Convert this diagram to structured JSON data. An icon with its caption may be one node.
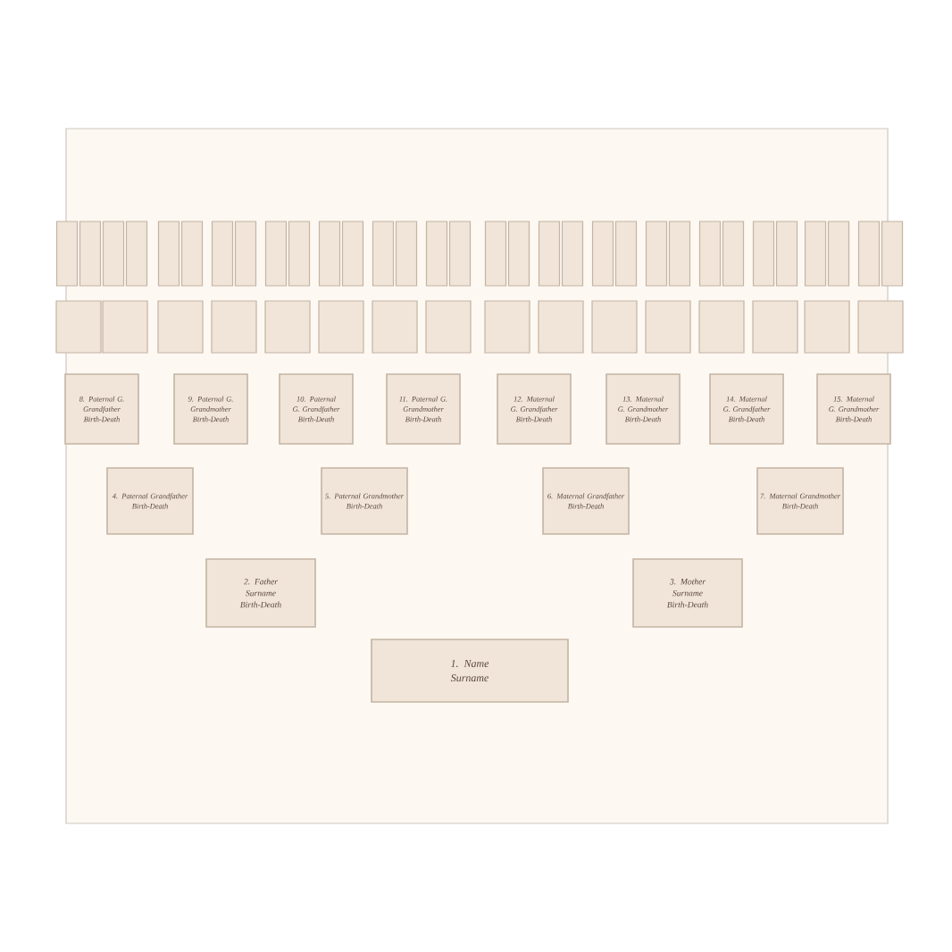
{
  "diagram": {
    "nodes": [
      {
        "text": [],
        "shape": "box"
      },
      {
        "text": [],
        "shape": "box"
      },
      {
        "text": [],
        "shape": "box"
      },
      {
        "text": [],
        "shape": "box"
      },
      {
        "text": [],
        "shape": "box"
      },
      {
        "text": [],
        "shape": "box"
      },
      {
        "text": [],
        "shape": "box"
      },
      {
        "text": [],
        "shape": "box"
      },
      {
        "text": [],
        "shape": "box"
      },
      {
        "text": [],
        "shape": "box"
      },
      {
        "text": [],
        "shape": "box"
      },
      {
        "text": [],
        "shape": "box"
      },
      {
        "text": [],
        "shape": "box"
      },
      {
        "text": [],
        "shape": "box"
      },
      {
        "text": [],
        "shape": "box"
      },
      {
        "text": [],
        "shape": "box"
      },
      {
        "text": [],
        "shape": "box"
      },
      {
        "text": [],
        "shape": "box"
      },
      {
        "text": [],
        "shape": "box"
      },
      {
        "text": [],
        "shape": "box"
      },
      {
        "text": [],
        "shape": "box"
      },
      {
        "text": [],
        "shape": "box"
      },
      {
        "text": [],
        "shape": "box"
      },
      {
        "text": [],
        "shape": "box"
      },
      {
        "text": [],
        "shape": "box"
      },
      {
        "text": [],
        "shape": "box"
      },
      {
        "text": [],
        "shape": "box"
      },
      {
        "text": [],
        "shape": "box"
      },
      {
        "text": [],
        "shape": "box"
      },
      {
        "text": [],
        "shape": "box"
      },
      {
        "text": [],
        "shape": "box"
      },
      {
        "text": [],
        "shape": "box"
      },
      {
        "text": [],
        "shape": "box"
      },
      {
        "text": [],
        "shape": "box"
      },
      {
        "text": [],
        "shape": "box"
      },
      {
        "text": [],
        "shape": "box"
      },
      {
        "text": [],
        "shape": "box"
      },
      {
        "text": [],
        "shape": "box"
      },
      {
        "text": [],
        "shape": "box"
      },
      {
        "text": [],
        "shape": "box"
      },
      {
        "text": [],
        "shape": "box"
      },
      {
        "text": [],
        "shape": "box"
      },
      {
        "text": [],
        "shape": "box"
      },
      {
        "text": [],
        "shape": "box"
      },
      {
        "text": [],
        "shape": "box"
      },
      {
        "text": [],
        "shape": "box"
      },
      {
        "text": [],
        "shape": "box"
      },
      {
        "text": [],
        "shape": "box"
      },
      {
        "text": [
          "8. Paternal G. Grandfather",
          "Birth-Death"
        ]
      },
      {
        "text": [
          "9. Paternal G. Grandmother",
          "Birth-Death"
        ]
      },
      {
        "text": [
          "10. Paternal G. Grandfather",
          "Birth-Death"
        ]
      },
      {
        "text": [
          "11. Paternal G. Grandmother",
          "Birth-Death"
        ]
      },
      {
        "text": [
          "12. Maternal G. Grandfather",
          "Birth-Death"
        ]
      },
      {
        "text": [
          "13. Maternal G. Grandmother",
          "Birth-Death"
        ]
      },
      {
        "text": [
          "14. Maternal G. Grandfather",
          "Birth-Death"
        ]
      },
      {
        "text": [
          "15. Maternal G. Grandmother",
          "Birth-Death"
        ]
      },
      {
        "text": [
          "4. Paternal Grandfather",
          "Birth-Death"
        ]
      },
      {
        "text": [
          "5. Paternal Grandmother",
          "Birth-Death"
        ]
      },
      {
        "text": [
          "6. Maternal Grandfather",
          "Birth-Death"
        ]
      },
      {
        "text": [
          "7. Maternal Grandmother",
          "Birth-Death"
        ]
      },
      {
        "text": [
          "2. Father",
          "Surname",
          "Birth-Death"
        ]
      },
      {
        "text": [
          "3. Mother",
          "Surname",
          "Birth-Death"
        ]
      },
      {
        "text": [
          "1. Name",
          "Surname"
        ]
      }
    ],
    "edges": []
  }
}
